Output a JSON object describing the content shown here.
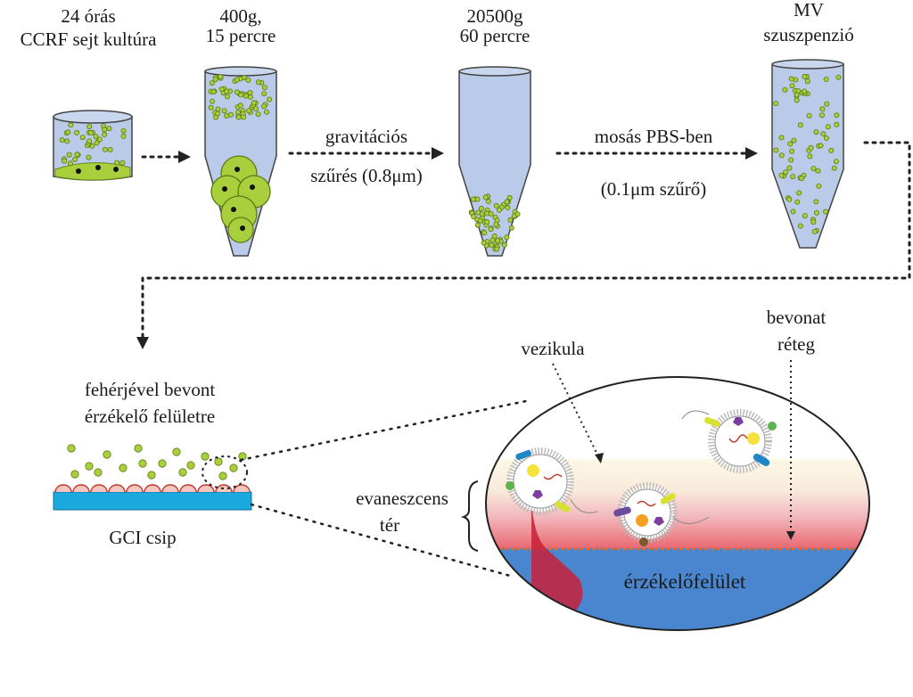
{
  "steps": [
    {
      "line1": "24 órás",
      "line2": "CCRF sejt kultúra"
    },
    {
      "line1": "400g,",
      "line2": "15 percre"
    },
    {
      "line1": "20500g",
      "line2": "60 percre"
    },
    {
      "line1": "MV",
      "line2": "szuszpenzió"
    }
  ],
  "arrows": {
    "filter_line1": "gravitációs",
    "filter_line2": "szűrés (0.8μm)",
    "wash_line1": "mosás PBS-ben",
    "wash_line2": "(0.1μm szűrő)"
  },
  "chip": {
    "coated_line1": "fehérjével bevont",
    "coated_line2": "érzékelő felületre",
    "name": "GCI csip"
  },
  "zoom": {
    "vesicle": "vezikula",
    "coating_line1": "bevonat",
    "coating_line2": "réteg",
    "evanescent_line1": "evaneszcens",
    "evanescent_line2": "tér",
    "sensor_surface": "érzékelőfelület"
  },
  "colors": {
    "tube_fill": "#b9cbe8",
    "particle": "#a9cf3c",
    "sensor_blue": "#4a86cf",
    "chip_blue": "#19a9df",
    "red_field": "#e05a6a"
  }
}
